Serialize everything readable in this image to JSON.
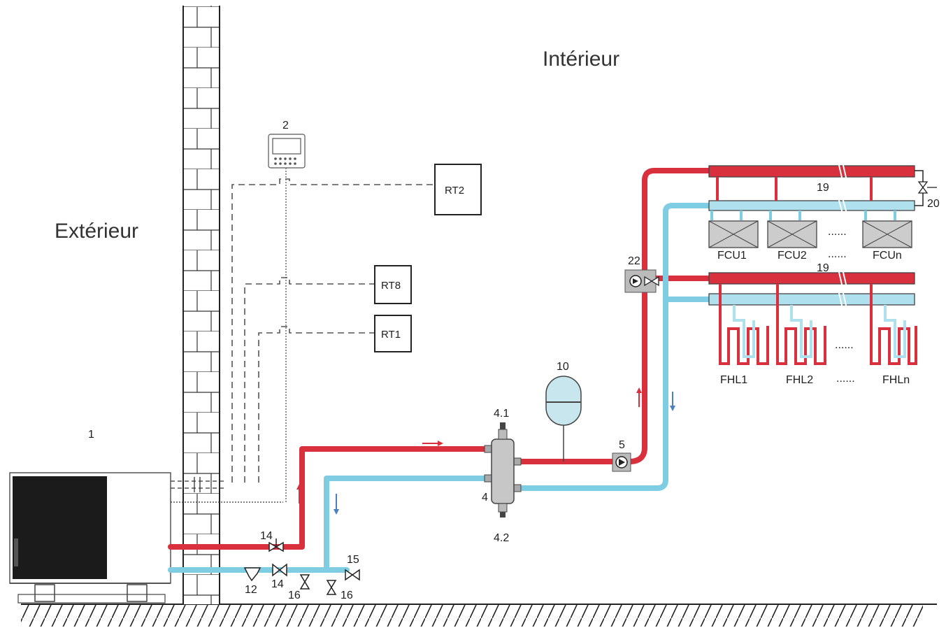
{
  "labels": {
    "outside": "Extérieur",
    "inside": "Intérieur"
  },
  "components": {
    "heat_pump": "1",
    "controller": "2",
    "hydraulic_separator": "4",
    "air_vent": "4.1",
    "drain": "4.2",
    "pump": "5",
    "expansion_tank": "10",
    "filter": "12",
    "valve_hot": "14",
    "valve_cold": "14",
    "valve_15": "15",
    "valve_16a": "16",
    "valve_16b": "16",
    "collector_fcu": "19",
    "collector_fhl": "19",
    "valve_20": "20",
    "mixing_valve": "22"
  },
  "thermostats": {
    "rt2": "RT2",
    "rt8": "RT8",
    "rt1": "RT1"
  },
  "fan_coils": {
    "fcu1": "FCU1",
    "fcu2": "FCU2",
    "fcun": "FCUn",
    "dots_top": "......",
    "dots_bottom": "......"
  },
  "floor_loops": {
    "fhl1": "FHL1",
    "fhl2": "FHL2",
    "fhln": "FHLn",
    "dots_top": "......",
    "dots_bottom": "......"
  },
  "colors": {
    "hot": "#d9303e",
    "cold": "#7ecde3",
    "line": "#222222"
  }
}
